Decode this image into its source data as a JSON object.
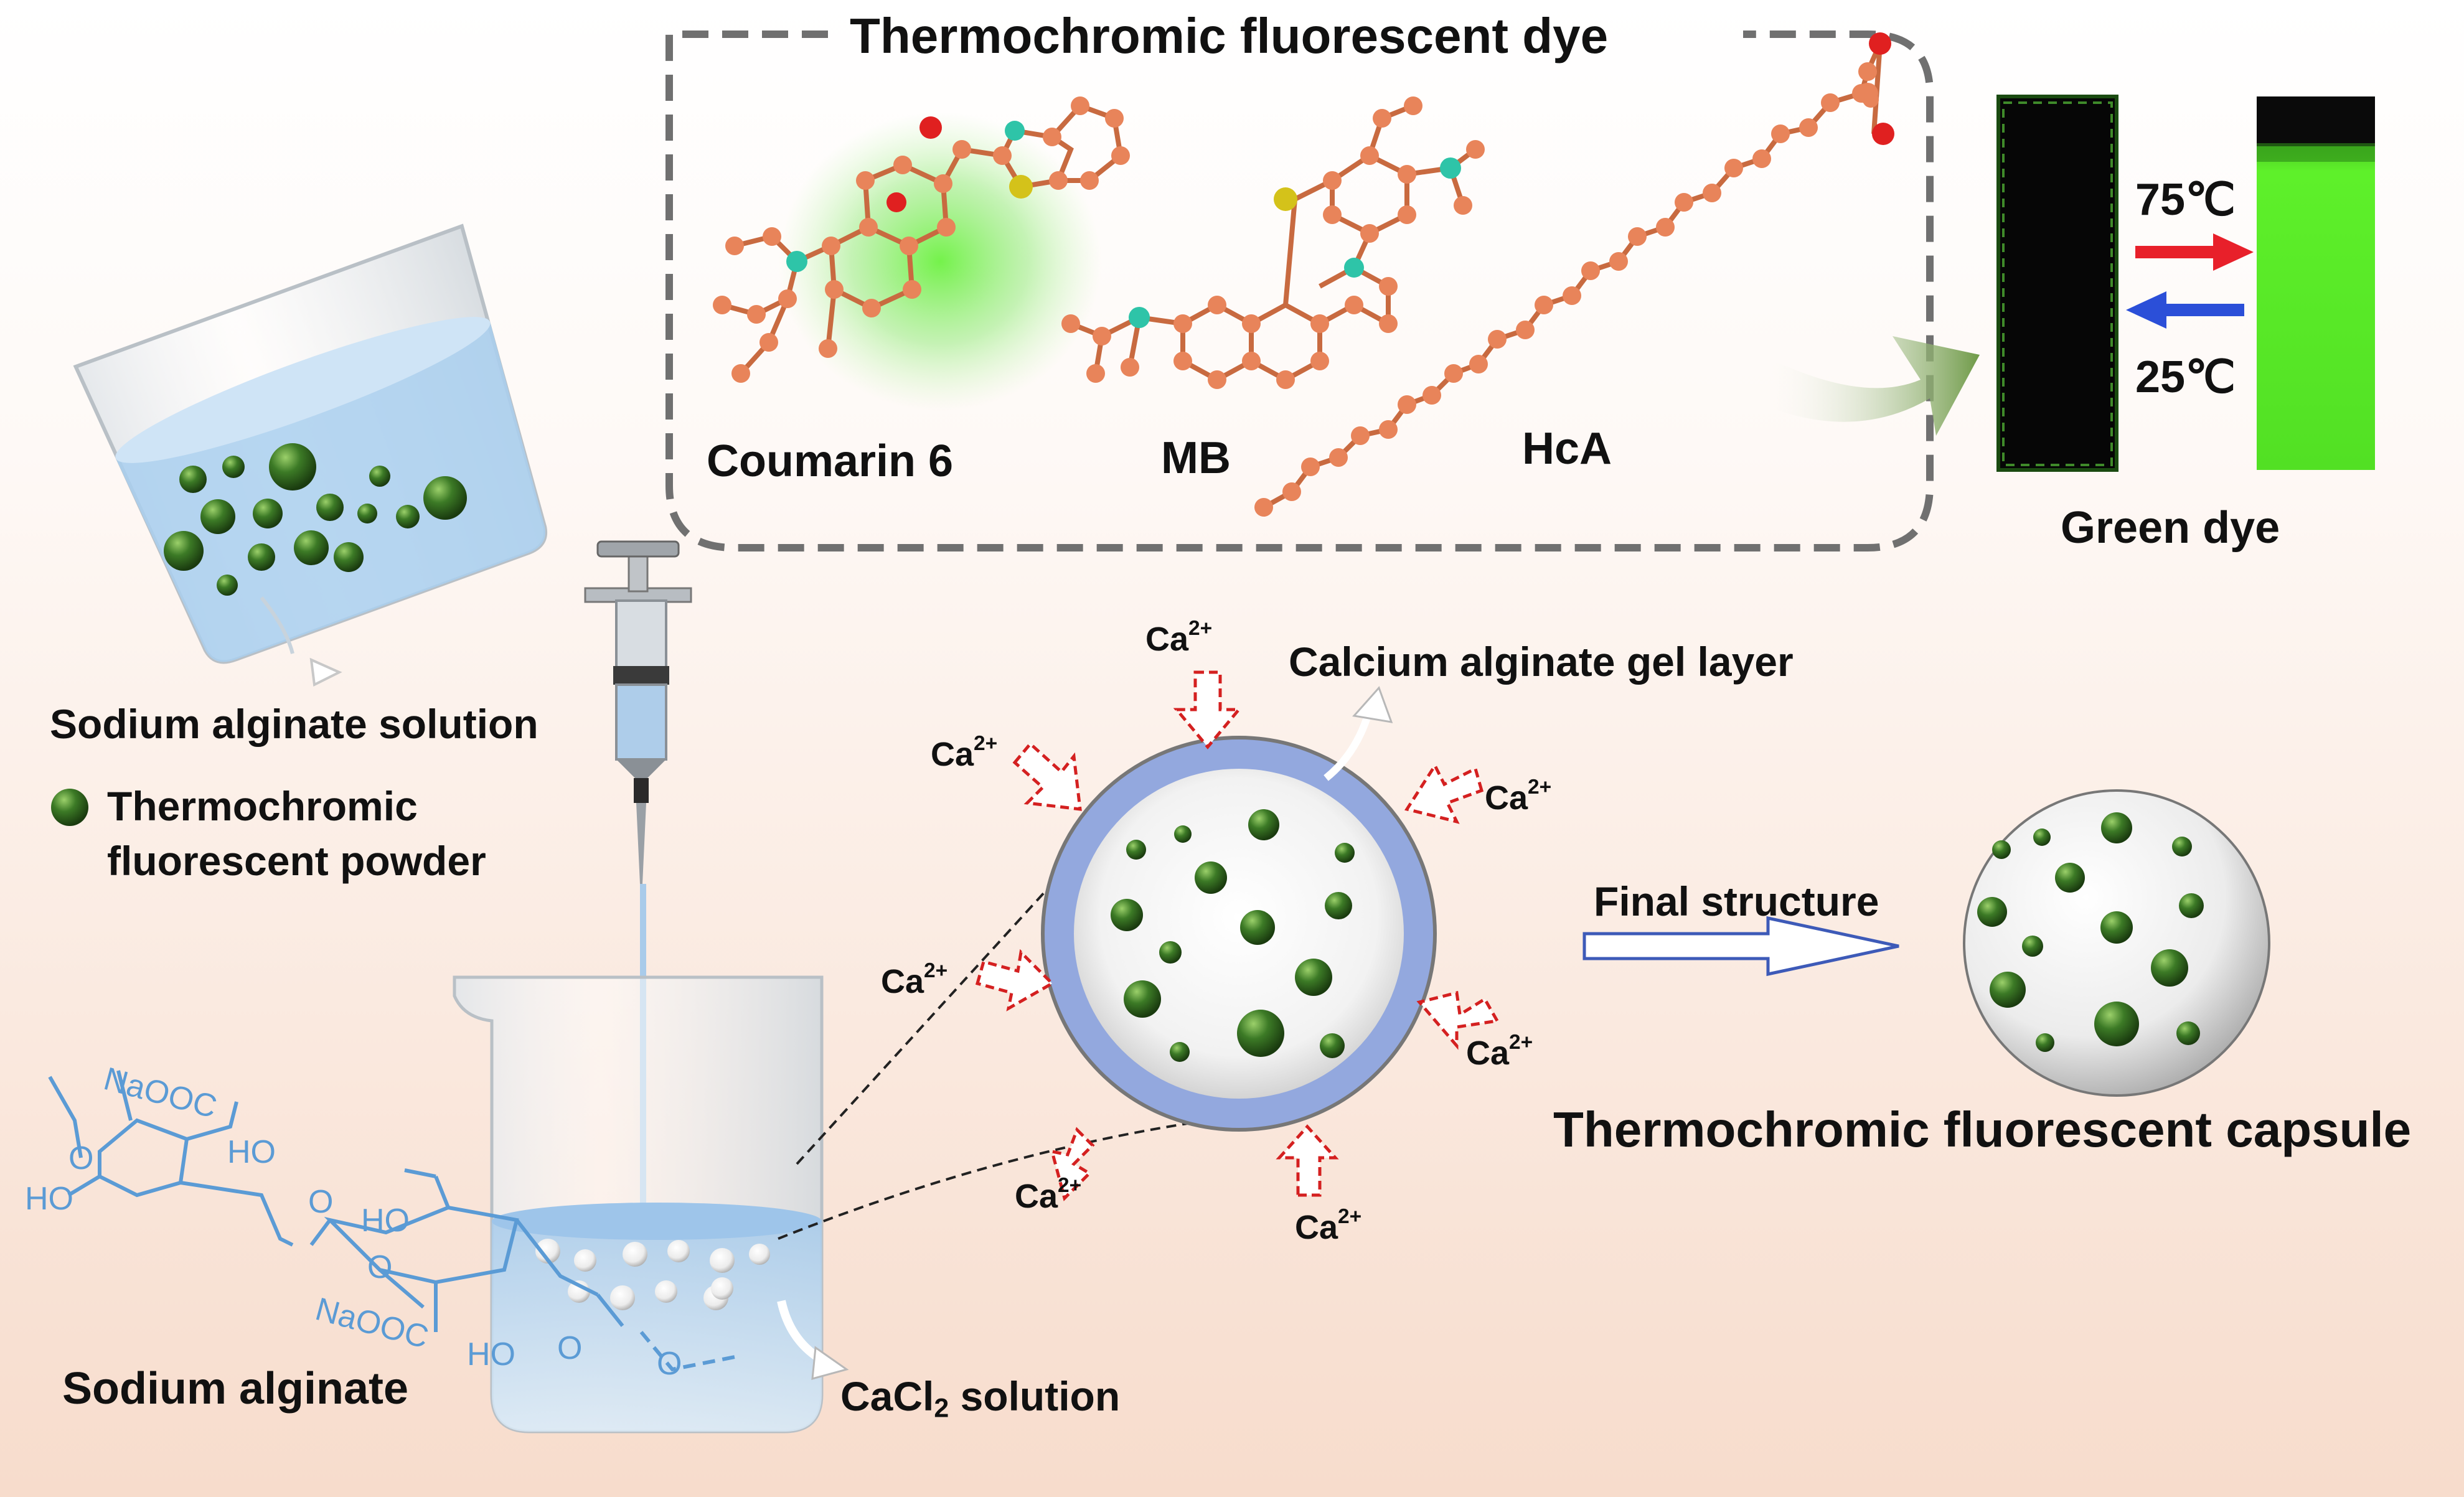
{
  "dye_box": {
    "title": "Thermochromic fluorescent dye",
    "molecules": [
      "Coumarin 6",
      "MB",
      "HcA"
    ]
  },
  "vials": {
    "temp_hot": "75℃",
    "temp_cold": "25℃",
    "caption": "Green dye"
  },
  "legend": {
    "solution": "Sodium alginate solution",
    "powder_line1": "Thermochromic",
    "powder_line2": "fluorescent powder"
  },
  "alginate": {
    "name": "Sodium alginate",
    "groups": [
      "NaOOC",
      "HO",
      "O",
      "HO",
      "O",
      "HO",
      "O",
      "NaOOC",
      "HO",
      "O",
      "O"
    ]
  },
  "beaker": {
    "solution_label": "CaCl",
    "solution_sub": "2",
    "solution_rest": " solution"
  },
  "capsule": {
    "gel_layer": "Calcium alginate gel layer",
    "ion": "Ca",
    "ion_charge": "2+",
    "arrow_label": "Final structure",
    "final_label": "Thermochromic fluorescent capsule"
  },
  "colors": {
    "dye_green": "#5cf02c",
    "gel_layer": "#93a8de",
    "solution_blue": "#b8d8f0",
    "hot_arrow": "#e8202a",
    "cold_arrow": "#2b4fd8",
    "atom_carbon": "#e8845a",
    "atom_nitrogen": "#2ec4a8",
    "atom_sulfur": "#d4c21a",
    "atom_oxygen": "#e02020"
  },
  "icons": [
    "beaker-icon",
    "syringe-icon",
    "capsule-icon",
    "vial-icon",
    "molecule-icon"
  ]
}
